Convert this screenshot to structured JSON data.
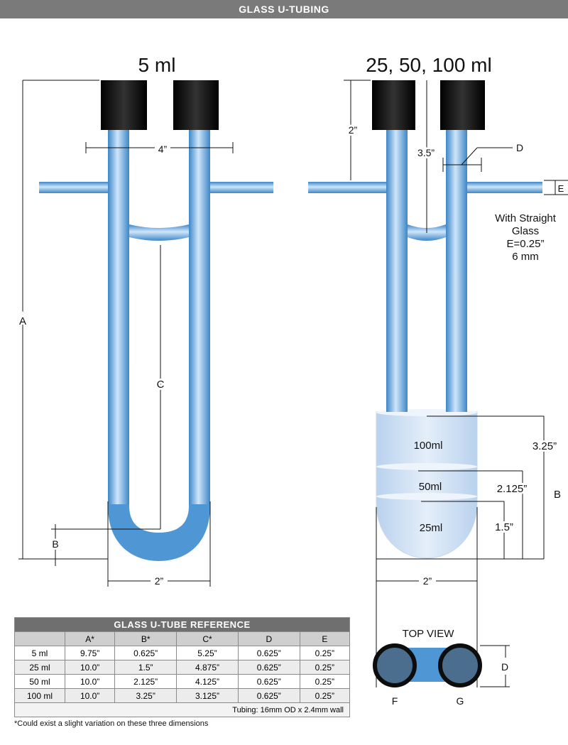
{
  "header": {
    "title": "GLASS U-TUBING"
  },
  "left_figure": {
    "title": "5 ml",
    "labels": {
      "width_top": "4”",
      "a": "A",
      "b": "B",
      "c": "C",
      "width_bottom": "2”"
    }
  },
  "right_figure": {
    "title": "25, 50, 100 ml",
    "labels": {
      "top_offset": "2”",
      "side_length": "3.5”",
      "d": "D",
      "e": "E",
      "b": "B",
      "width_bottom": "2”"
    },
    "straight_glass": [
      "With Straight",
      "Glass",
      "E=0.25”",
      "6 mm"
    ],
    "bulb_levels": [
      {
        "volume": "100ml",
        "dim": "3.25”"
      },
      {
        "volume": "50ml",
        "dim": "2.125”"
      },
      {
        "volume": "25ml",
        "dim": "1.5”"
      }
    ]
  },
  "top_view": {
    "title": "TOP VIEW",
    "labels": {
      "f": "F",
      "g": "G",
      "d": "D"
    }
  },
  "colors": {
    "glass": "#4f97d4",
    "cap": "#0d0d0d",
    "header_bg": "#7a7a7a",
    "table_header_bg": "#6f6f6f",
    "liquid": "#d7e5f4"
  },
  "reference_table": {
    "title": "GLASS U-TUBE REFERENCE",
    "columns": [
      "",
      "A*",
      "B*",
      "C*",
      "D",
      "E"
    ],
    "rows": [
      [
        "5 ml",
        "9.75”",
        "0.625”",
        "5.25”",
        "0.625”",
        "0.25”"
      ],
      [
        "25 ml",
        "10.0”",
        "1.5”",
        "4.875”",
        "0.625”",
        "0.25”"
      ],
      [
        "50 ml",
        "10.0”",
        "2.125”",
        "4.125”",
        "0.625”",
        "0.25”"
      ],
      [
        "100 ml",
        "10.0”",
        "3.25”",
        "3.125”",
        "0.625”",
        "0.25”"
      ]
    ],
    "footer": "Tubing: 16mm OD x 2.4mm wall"
  },
  "footnote": "*Could exist a slight variation on these three dimensions"
}
